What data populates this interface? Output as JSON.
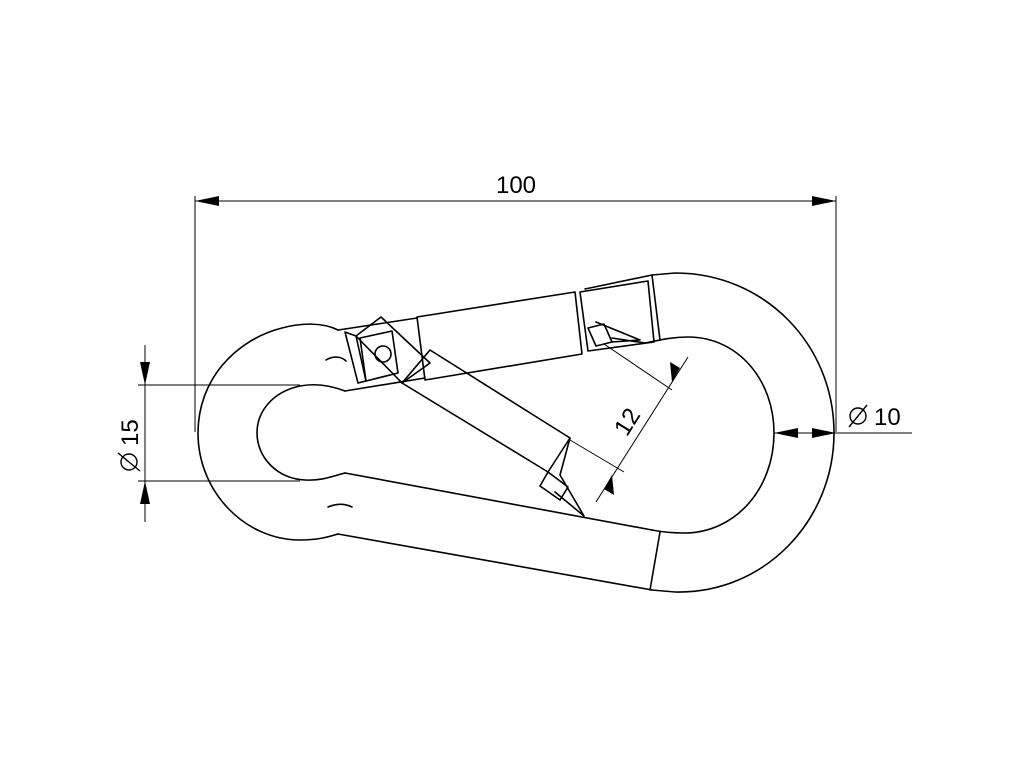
{
  "drawing": {
    "dimensions": {
      "overall_length": "100",
      "eye_diameter_symbol": "Ø",
      "eye_diameter": "15",
      "wire_diameter_symbol": "Ø",
      "wire_diameter": "10",
      "gate_opening": "12"
    },
    "colors": {
      "line": "#000000",
      "background": "#ffffff"
    }
  }
}
